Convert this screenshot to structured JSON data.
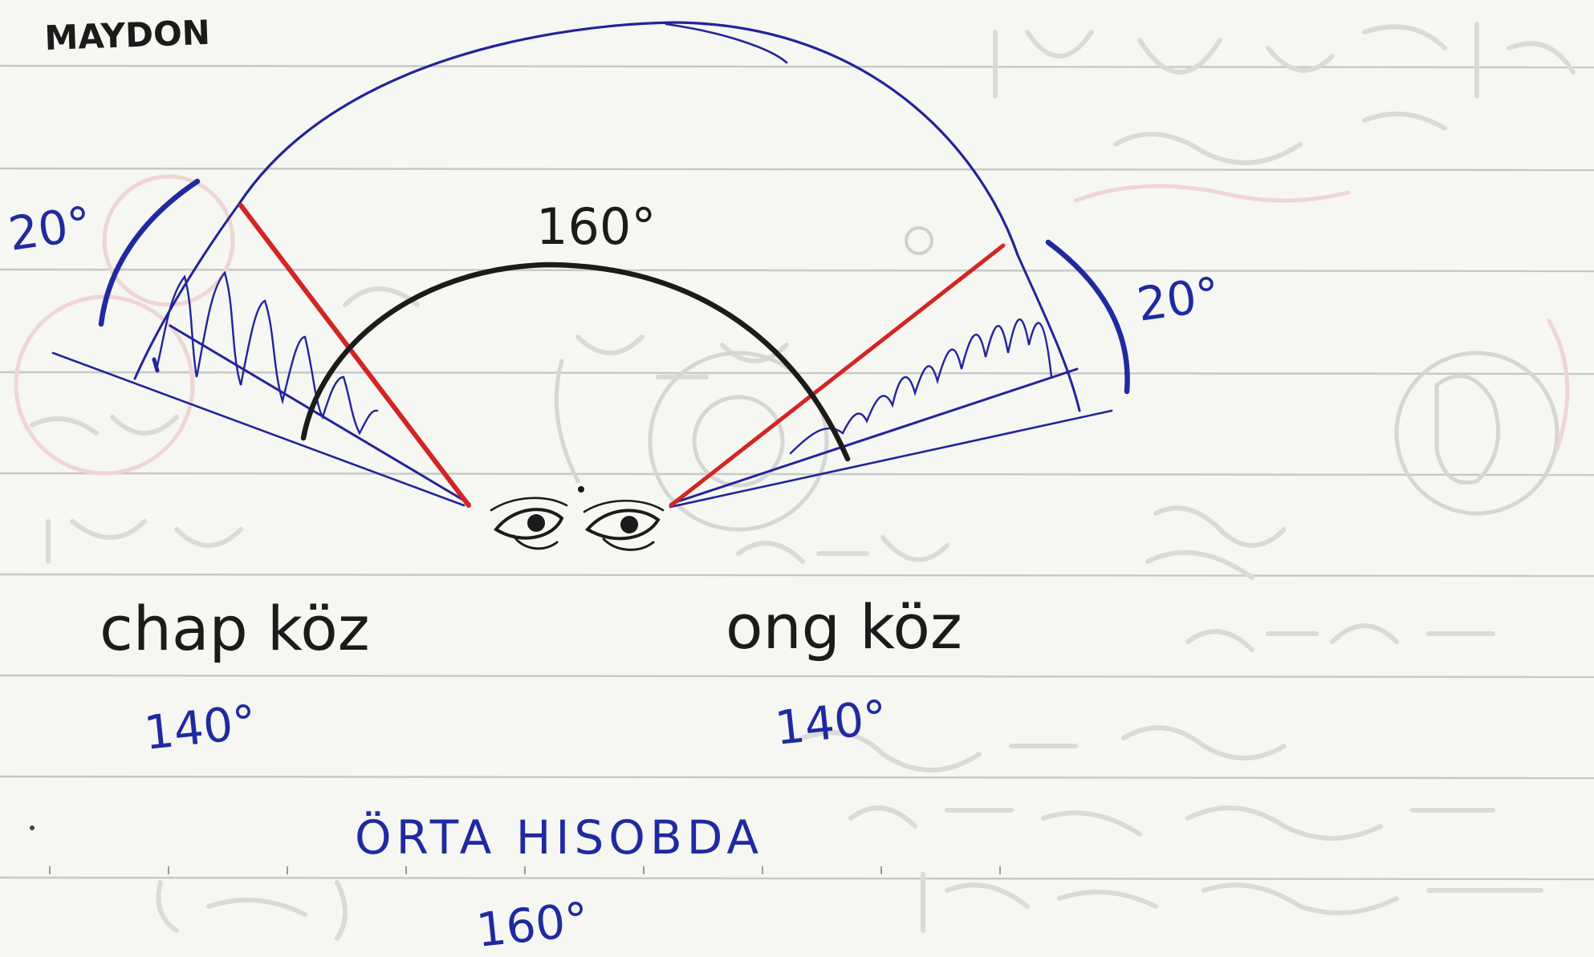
{
  "page": {
    "corner_label": "MAYDON"
  },
  "diagram": {
    "top_angle": "160°",
    "left_side_angle": "20°",
    "right_side_angle": "20°",
    "left_eye_label": "chap köz",
    "left_eye_angle": "140°",
    "right_eye_label": "ong köz",
    "right_eye_angle": "140°",
    "middle_label": "ÖRTA HISOBDA",
    "middle_angle": "160°"
  },
  "colors": {
    "paper": "#f6f6f2",
    "ruled_line": "#c7c7c7",
    "ink_blue": "#22249a",
    "ink_navy": "#2b2f7a",
    "ink_black": "#1b1b1b",
    "ink_red": "#d22525",
    "ghost_ink": "#d8d8d6",
    "ghost_red": "#eed2d2"
  }
}
